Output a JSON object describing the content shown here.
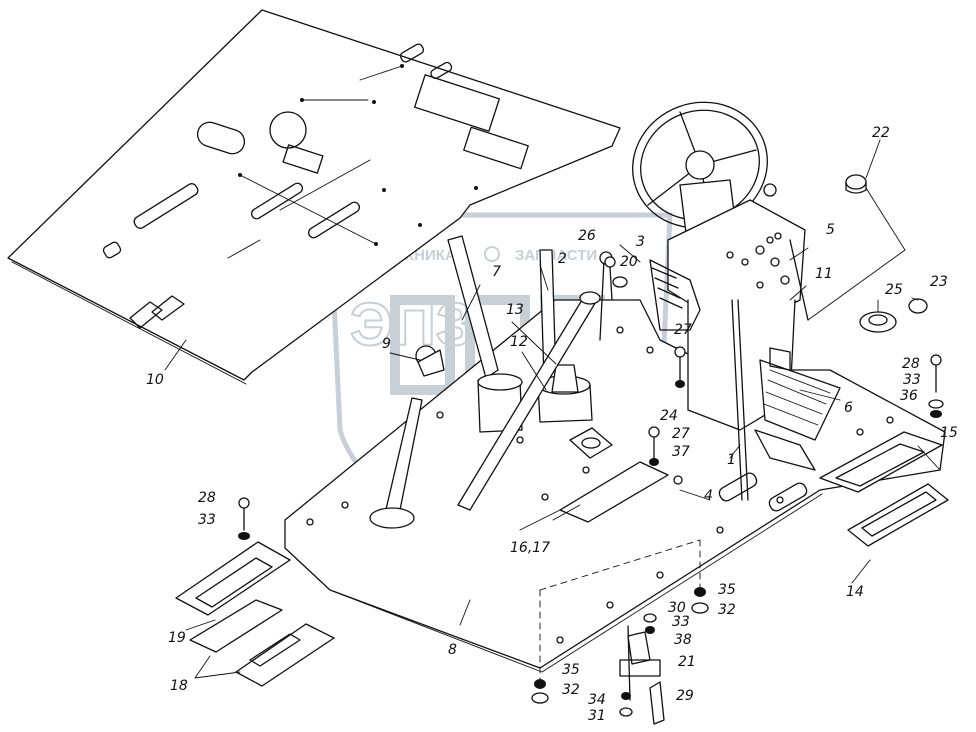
{
  "watermark": {
    "brand_left": "ТЕХНИКА",
    "brand_right": "ЗАПЧАСТИ",
    "logo": "ЭПЗ",
    "color": "#9aa8b8"
  },
  "callouts": {
    "c1": "1",
    "c2": "2",
    "c3": "3",
    "c4": "4",
    "c5": "5",
    "c6": "6",
    "c7": "7",
    "c8": "8",
    "c9": "9",
    "c10": "10",
    "c11": "11",
    "c12": "12",
    "c13": "13",
    "c14": "14",
    "c15": "15",
    "c16_17": "16,17",
    "c18": "18",
    "c19": "19",
    "c20": "20",
    "c21": "21",
    "c22": "22",
    "c23": "23",
    "c24": "24",
    "c25": "25",
    "c26": "26",
    "c27a": "27",
    "c27b": "27",
    "c28a": "28",
    "c28b": "28",
    "c29": "29",
    "c30": "30",
    "c31": "31",
    "c32a": "32",
    "c32b": "32",
    "c33a": "33",
    "c33b": "33",
    "c33c": "33",
    "c34": "34",
    "c35a": "35",
    "c35b": "35",
    "c36": "36",
    "c37": "37",
    "c38": "38"
  }
}
